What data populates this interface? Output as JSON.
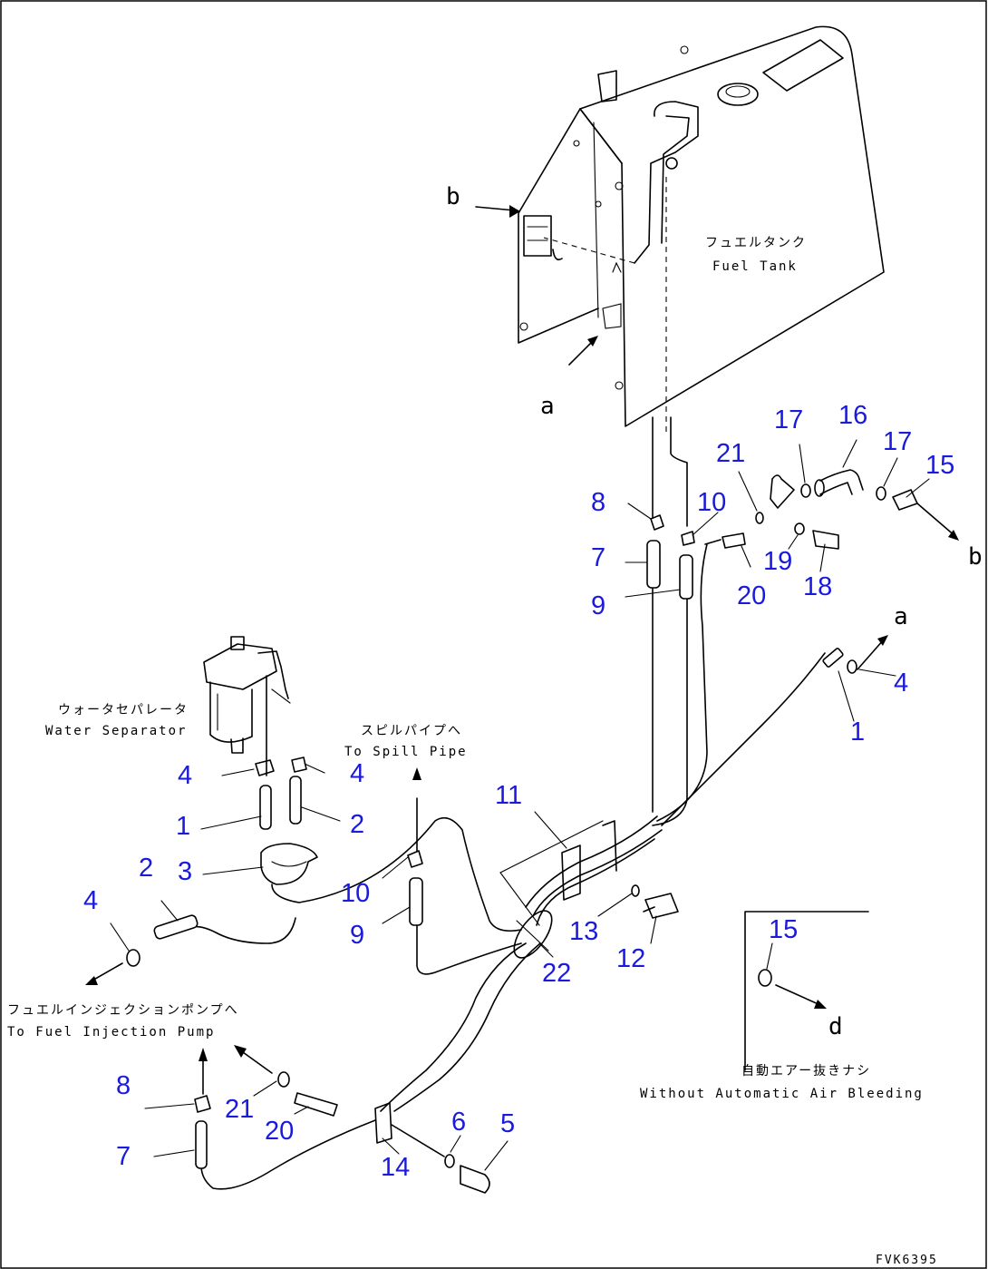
{
  "drawing_code": "FVK6395",
  "labels": {
    "fuel_tank_jp": "フュエルタンク",
    "fuel_tank_en": "Fuel Tank",
    "water_separator_jp": "ウォータセパレータ",
    "water_separator_en": "Water Separator",
    "spill_pipe_jp": "スピルパイプへ",
    "spill_pipe_en": "To Spill Pipe",
    "injection_pump_jp": "フュエルインジェクションポンプへ",
    "injection_pump_en": "To Fuel Injection Pump",
    "without_air_bleeding_jp": "自動エアー抜きナシ",
    "without_air_bleeding_en": "Without Automatic Air Bleeding"
  },
  "flow_letters": {
    "a": "a",
    "b": "b",
    "d": "d"
  },
  "part_callouts": {
    "p1": "1",
    "p2": "2",
    "p3": "3",
    "p4": "4",
    "p5": "5",
    "p6": "6",
    "p7": "7",
    "p8": "8",
    "p9": "9",
    "p10": "10",
    "p11": "11",
    "p12": "12",
    "p13": "13",
    "p14": "14",
    "p15": "15",
    "p16": "16",
    "p17": "17",
    "p18": "18",
    "p19": "19",
    "p20": "20",
    "p21": "21",
    "p22": "22"
  },
  "colors": {
    "callout": "#1a1adc",
    "line": "#000000",
    "background": "#ffffff"
  }
}
